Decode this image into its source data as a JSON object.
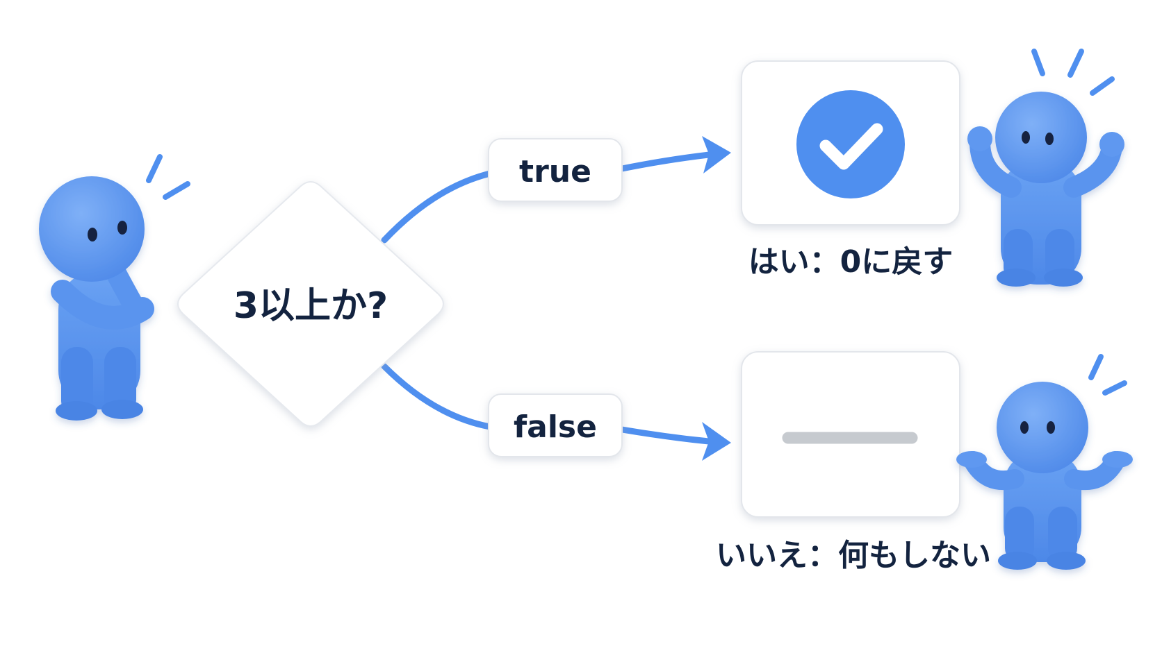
{
  "decision": {
    "question": "3以上か?"
  },
  "branches": {
    "true_label": "true",
    "false_label": "false"
  },
  "outcomes": {
    "yes_caption": "はい：0に戻す",
    "no_caption": "いいえ：何もしない"
  },
  "icons": {
    "yes_icon": "checkmark-circle-icon",
    "no_icon": "dash-line-icon"
  },
  "colors": {
    "accent_blue": "#4f8fef",
    "figure_blue": "#5b96ee",
    "text_navy": "#13233f",
    "dash_gray": "#c6cacf"
  }
}
